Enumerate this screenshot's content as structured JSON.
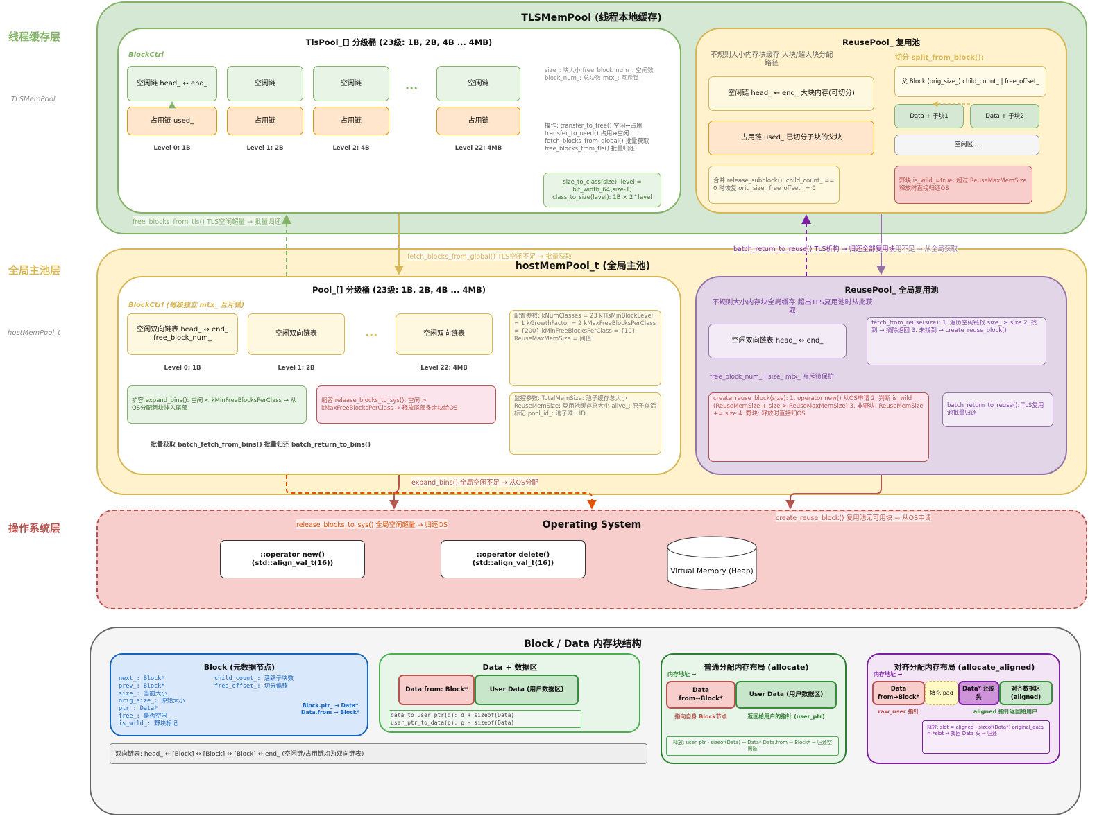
{
  "layers": {
    "tls": {
      "label": "线程缓存层",
      "side": "TLSMemPool",
      "color": "#82b366"
    },
    "global": {
      "label": "全局主池层",
      "side": "hostMemPool_t",
      "color": "#d6b656"
    },
    "os": {
      "label": "操作系统层",
      "color": "#b85450"
    }
  },
  "tls": {
    "title": "TLSMemPool (线程本地缓存)",
    "pool": {
      "title": "TlsPool_[] 分级桶 (23级: 1B, 2B, 4B ... 4MB)",
      "blockctrl": "BlockCtrl",
      "free_labels": [
        "空闲链 head_ ↔ end_",
        "空闲链",
        "空闲链",
        "空闲链"
      ],
      "used_labels": [
        "占用链 used_",
        "占用链",
        "占用链",
        "占用链"
      ],
      "levels": [
        "Level 0: 1B",
        "Level 1: 2B",
        "Level 2: 4B",
        "Level 22: 4MB"
      ],
      "ellipsis": "...",
      "note_fields": "size_: 块大小 free_block_num_: 空闲数 block_num_: 总块数 mtx_: 互斥锁",
      "note_ops": "操作: transfer_to_free() 空闲↔占用 transfer_to_used() 占用↔空闲 fetch_blocks_from_global() 批量获取 free_blocks_from_tls() 批量归还",
      "size_class": "size_to_class(size): level = bit_width_64(size-1) class_to_size(level): 1B × 2^level"
    },
    "reuse": {
      "title": "ReusePool_ 复用池",
      "desc": "不规则大小内存块缓存 大块/超大块分配路径",
      "split_title": "切分 split_from_block():",
      "free": "空闲链 head_ ↔ end_ 大块内存(可切分)",
      "used": "占用链 used_ 已切分子块的父块",
      "merge": "合并 release_subblock(): child_count_ == 0 时恢复 orig_size_ free_offset_ = 0",
      "parent": "父 Block (orig_size_) child_count_ | free_offset_",
      "child1": "Data + 子块1",
      "child2": "Data + 子块2",
      "free_area": "空闲区...",
      "wild": "野块 is_wild_=true: 超过 ReuseMaxMemSize 释放时直接归还OS"
    }
  },
  "global": {
    "title": "hostMemPool_t (全局主池)",
    "pool": {
      "title": "Pool_[] 分级桶 (23级: 1B, 2B, 4B ... 4MB)",
      "blockctrl": "BlockCtrl (每级独立 mtx_ 互斥锁)",
      "lists": [
        "空闲双向链表 head_ ↔ end_ free_block_num_",
        "空闲双向链表",
        "空闲双向链表"
      ],
      "levels": [
        "Level 0: 1B",
        "Level 1: 2B",
        "Level 22: 4MB"
      ],
      "ellipsis": "...",
      "config": "配置参数: kNumClasses = 23 kTlsMinBlockLevel = 1 kGrowthFactor = 2 kMaxFreeBlocksPerClass = {200} kMinFreeBlocksPerClass = {10} ReuseMaxMemSize = 阈值",
      "monitor": "监控参数: TotalMemSize: 池子缓存总大小 ReuseMemSize: 复用池缓存总大小 alive_: 原子存活标记 pool_id_: 池子唯一ID",
      "expand": "扩容 expand_bins(): 空闲 < kMinFreeBlocksPerClass → 从OS分配新块挂入尾部",
      "shrink": "缩容 release_blocks_to_sys(): 空闲 > kMaxFreeBlocksPerClass → 释放尾部多余块给OS",
      "batch": "批量获取 batch_fetch_from_bins() 批量归还 batch_return_to_bins()"
    },
    "reuse": {
      "title": "ReusePool_ 全局复用池",
      "desc": "不规则大小内存块全局缓存 超出TLS复用池时从此获取",
      "list": "空闲双向链表 head_ ↔ end_",
      "fetch": "fetch_from_reuse(size): 1. 遍历空闲链找 size_ ≥ size 2. 找到 → 摘除返回 3. 未找到 → create_reuse_block()",
      "mutex": "free_block_num_ | size_ mtx_ 互斥锁保护",
      "create": "create_reuse_block(size): 1. operator new() 从OS申请 2. 判断 is_wild_ (ReuseMemSize + size > ReuseMaxMemSize) 3. 非野块: ReuseMemSize += size 4. 野块: 释放时直接归OS",
      "batch": "batch_return_to_reuse(): TLS复用池批量归还"
    }
  },
  "os": {
    "title": "Operating System",
    "new_op": "::operator new() (std::align_val_t(16))",
    "delete_op": "::operator delete() (std::align_val_t(16))",
    "vm": "Virtual Memory (Heap)"
  },
  "edges": {
    "free_from_tls": "free_blocks_from_tls() TLS空闲超量 → 批量归还",
    "fetch_global": "fetch_blocks_from_global() TLS空闲不足 → 批量获取",
    "batch_return_reuse": "batch_return_to_reuse() TLS析构 → 归还全部复用块",
    "reuse_fetch": "用不足 → 从全局获取",
    "expand_bins": "expand_bins() 全局空闲不足 → 从OS分配",
    "release_sys": "release_blocks_to_sys() 全局空闲超量 → 归还OS",
    "create_reuse": "create_reuse_block() 复用池无可用块 → 从OS申请"
  },
  "block": {
    "title": "Block / Data 内存块结构",
    "meta": {
      "title": "Block (元数据节点)",
      "fields_left": [
        "next_: Block*",
        "prev_: Block*",
        "size_: 当前大小",
        "orig_size_: 原始大小",
        "ptr_: Data*",
        "free_: 是否空闲",
        "is_wild_: 野块标记"
      ],
      "fields_right": [
        "child_count_: 活跃子块数",
        "free_offset_: 切分偏移"
      ],
      "links": [
        "Block.ptr_ → Data*",
        "Data.from → Block*"
      ]
    },
    "list_line": "双向链表: head_ ↔ [Block] ↔ [Block] ↔ [Block] ↔ end_ (空闲链/占用链均为双向链表)",
    "data": {
      "title": "Data + 数据区",
      "from": "Data from: Block*",
      "user": "User Data (用户数据区)",
      "conv": [
        "data_to_user_ptr(d): d + sizeof(Data)",
        "user_ptr_to_data(p): p - sizeof(Data)"
      ]
    },
    "alloc": {
      "title": "普通分配内存布局 (allocate)",
      "addr": "内存地址 →",
      "from": "Data from→Block*",
      "user": "User Data (用户数据区)",
      "self": "指向自身 Block节点",
      "ret": "返回给用户的指针 (user_ptr)",
      "free": "释放: user_ptr - sizeof(Data) → Data* Data.from → Block* → 归还空闲链"
    },
    "aligned": {
      "title": "对齐分配内存布局 (allocate_aligned)",
      "addr": "内存地址 →",
      "from": "Data from→Block*",
      "pad": "填充 pad",
      "restore": "Data* 还原头",
      "aligned_data": "对齐数据区 (aligned)",
      "raw": "raw_user 指针",
      "ret": "aligned 指针返回给用户",
      "free": "释放: slot = aligned - sizeof(Data*) original_data = *slot → 找回 Data 头 → 归还"
    }
  }
}
